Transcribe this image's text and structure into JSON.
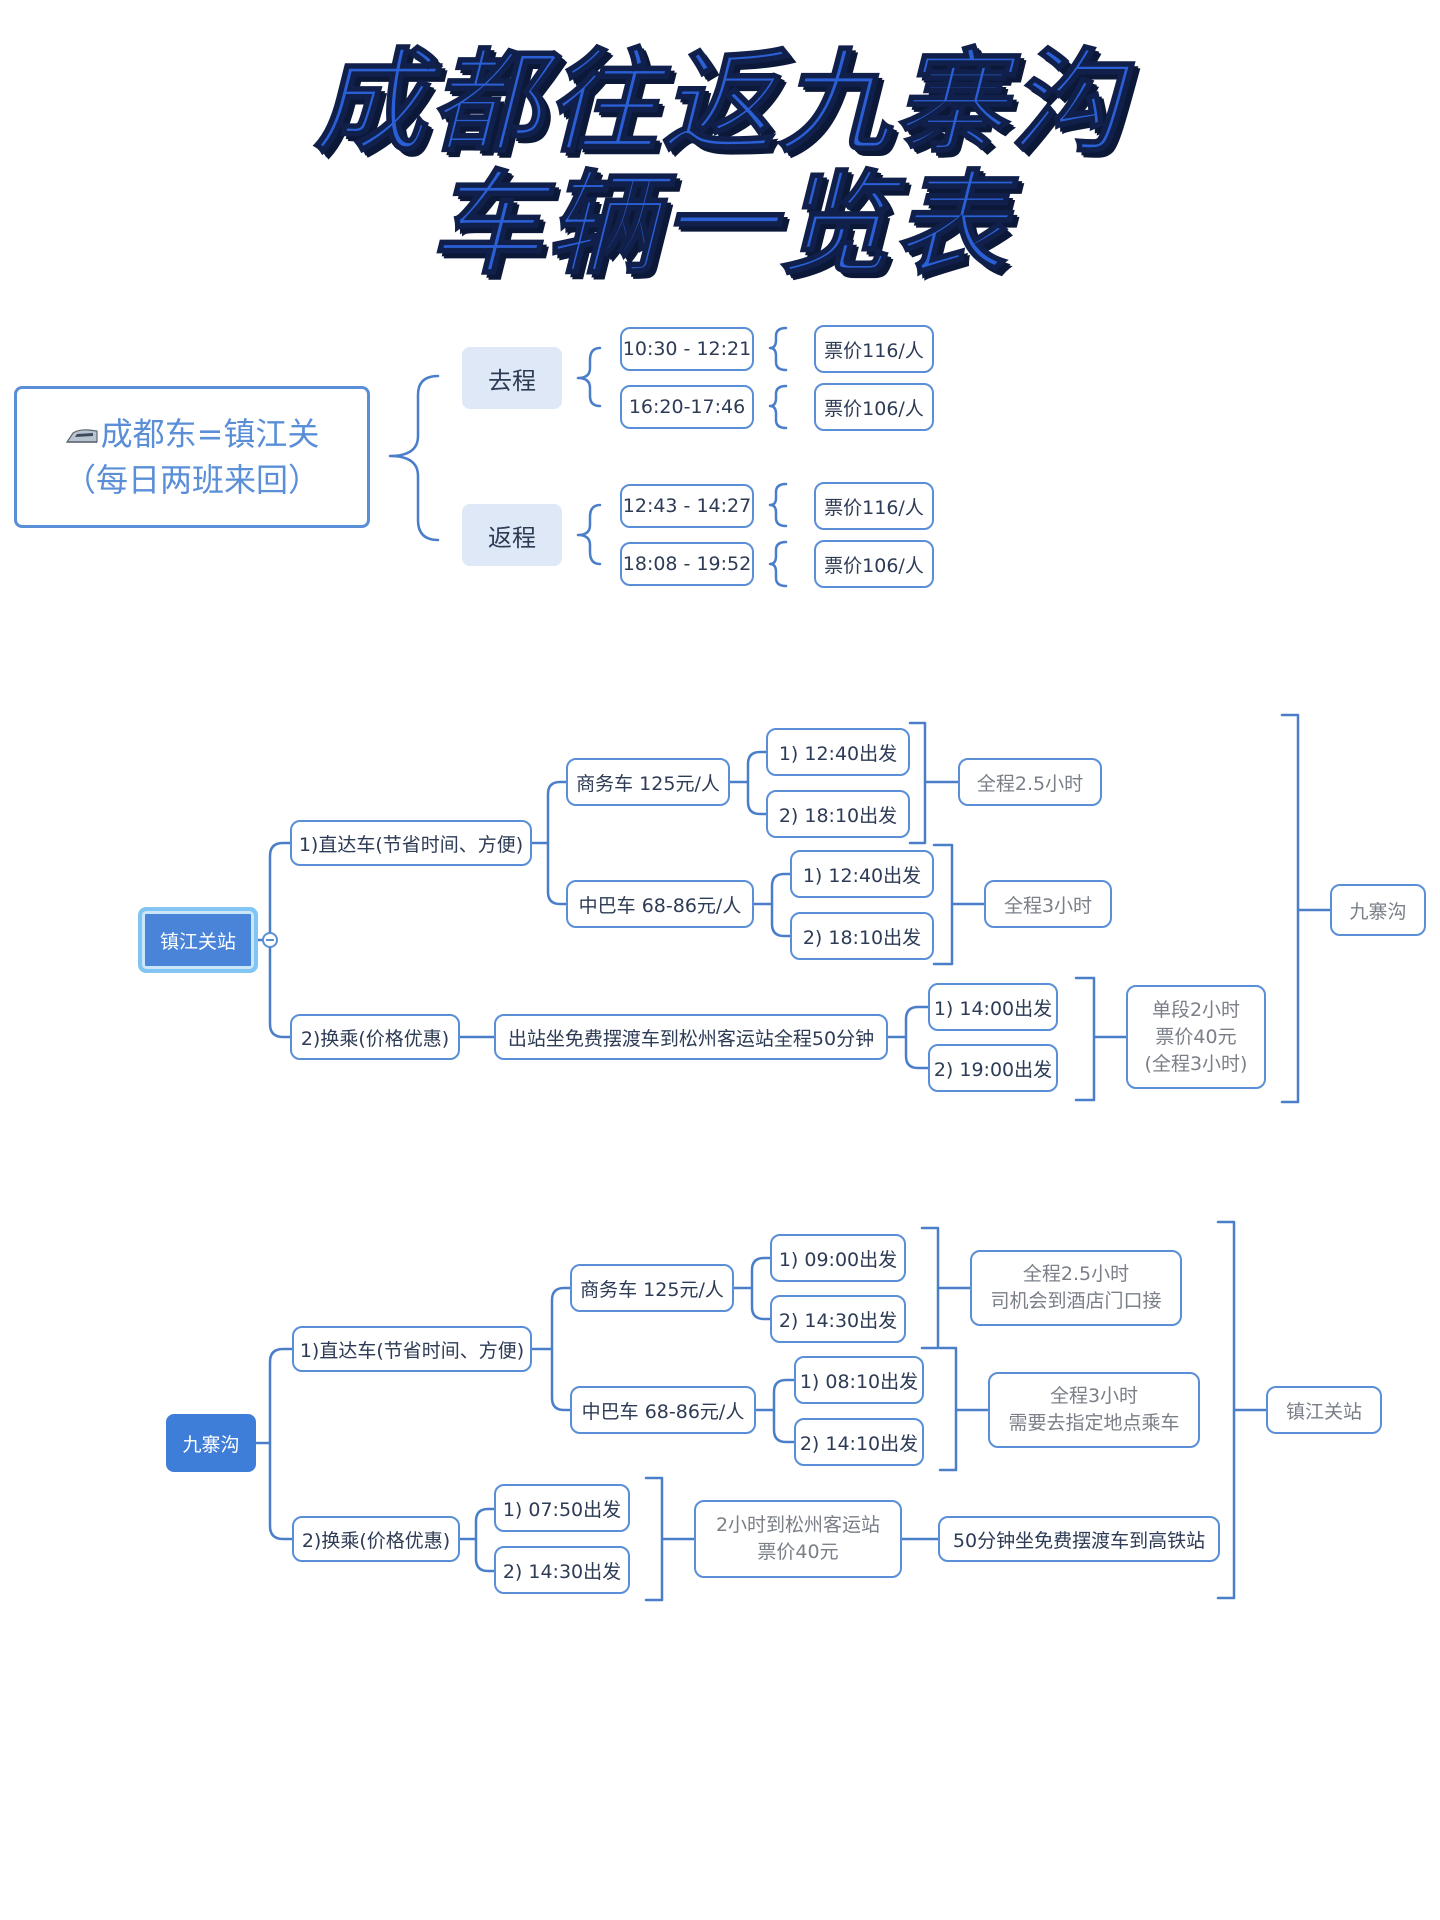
{
  "title": {
    "line1": "成都往返九寨沟",
    "line2": "车辆一览表"
  },
  "section1": {
    "route": {
      "line1": "成都东=镇江关",
      "line2": "（每日两班来回）",
      "icon": "train-icon"
    },
    "outbound": {
      "label": "去程",
      "trips": [
        {
          "time": "10:30 - 12:21",
          "price": "票价116/人"
        },
        {
          "time": "16:20-17:46",
          "price": "票价106/人"
        }
      ]
    },
    "return": {
      "label": "返程",
      "trips": [
        {
          "time": "12:43 - 14:27",
          "price": "票价116/人"
        },
        {
          "time": "18:08 - 19:52",
          "price": "票价106/人"
        }
      ]
    }
  },
  "section2": {
    "root": "镇江关站",
    "direct": {
      "label": "1)直达车(节省时间、方便)",
      "business": {
        "label": "商务车 125元/人",
        "departures": [
          "1) 12:40出发",
          "2) 18:10出发"
        ],
        "note": "全程2.5小时"
      },
      "minibus": {
        "label": "中巴车 68-86元/人",
        "departures": [
          "1) 12:40出发",
          "2) 18:10出发"
        ],
        "note": "全程3小时"
      }
    },
    "transfer": {
      "label": "2)换乘(价格优惠)",
      "shuttle": "出站坐免费摆渡车到松州客运站全程50分钟",
      "departures": [
        "1) 14:00出发",
        "2) 19:00出发"
      ],
      "note": {
        "line1": "单段2小时",
        "line2": "票价40元",
        "line3": "(全程3小时)"
      }
    },
    "destination": "九寨沟"
  },
  "section3": {
    "root": "九寨沟",
    "direct": {
      "label": "1)直达车(节省时间、方便)",
      "business": {
        "label": "商务车 125元/人",
        "departures": [
          "1) 09:00出发",
          "2) 14:30出发"
        ],
        "note": {
          "line1": "全程2.5小时",
          "line2": "司机会到酒店门口接"
        }
      },
      "minibus": {
        "label": "中巴车 68-86元/人",
        "departures": [
          "1) 08:10出发",
          "2) 14:10出发"
        ],
        "note": {
          "line1": "全程3小时",
          "line2": "需要去指定地点乘车"
        }
      }
    },
    "transfer": {
      "label": "2)换乘(价格优惠)",
      "departures": [
        "1) 07:50出发",
        "2) 14:30出发"
      ],
      "note": {
        "line1": "2小时到松州客运站",
        "line2": "票价40元"
      },
      "shuttle": "50分钟坐免费摆渡车到高铁站"
    },
    "destination": "镇江关站"
  }
}
